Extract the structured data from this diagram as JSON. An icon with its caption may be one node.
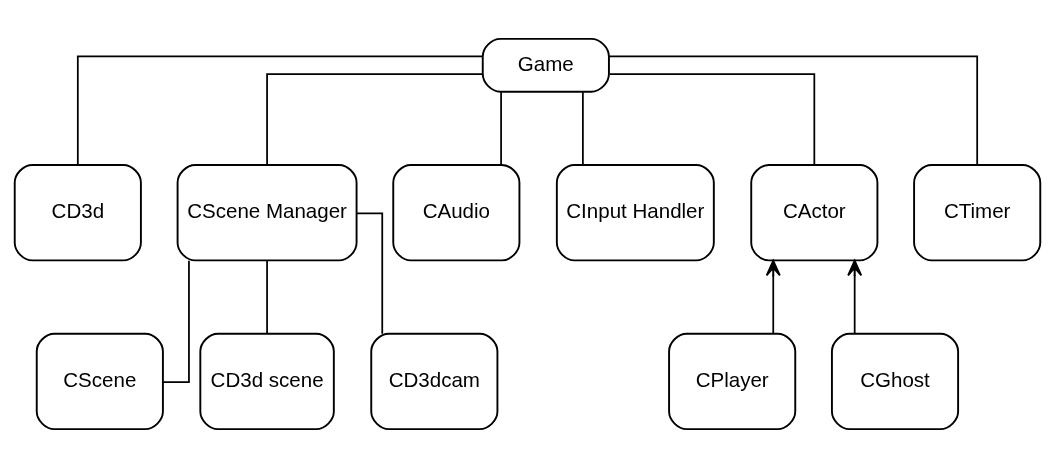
{
  "diagram": {
    "nodes": [
      {
        "text": [
          "Game"
        ]
      },
      {
        "text": [
          "CD3d"
        ]
      },
      {
        "text": [
          "CScene Manager"
        ]
      },
      {
        "text": [
          "CAudio"
        ]
      },
      {
        "text": [
          "CInput Handler"
        ]
      },
      {
        "text": [
          "CActor"
        ]
      },
      {
        "text": [
          "CTimer"
        ]
      },
      {
        "text": [
          "CScene"
        ]
      },
      {
        "text": [
          "CD3d scene"
        ]
      },
      {
        "text": [
          "CD3dcam"
        ]
      },
      {
        "text": [
          "CPlayer"
        ]
      },
      {
        "text": [
          "CGhost"
        ]
      }
    ],
    "edges": [
      {
        "from": 0,
        "to": 1,
        "arrow": "none"
      },
      {
        "from": 0,
        "to": 2,
        "arrow": "none"
      },
      {
        "from": 0,
        "to": 3,
        "arrow": "none"
      },
      {
        "from": 0,
        "to": 4,
        "arrow": "none"
      },
      {
        "from": 0,
        "to": 5,
        "arrow": "none"
      },
      {
        "from": 0,
        "to": 6,
        "arrow": "none"
      },
      {
        "from": 2,
        "to": 7,
        "arrow": "none"
      },
      {
        "from": 2,
        "to": 8,
        "arrow": "none"
      },
      {
        "from": 2,
        "to": 9,
        "arrow": "none"
      },
      {
        "from": 10,
        "to": 5,
        "arrow": "to"
      },
      {
        "from": 11,
        "to": 5,
        "arrow": "to"
      }
    ]
  }
}
